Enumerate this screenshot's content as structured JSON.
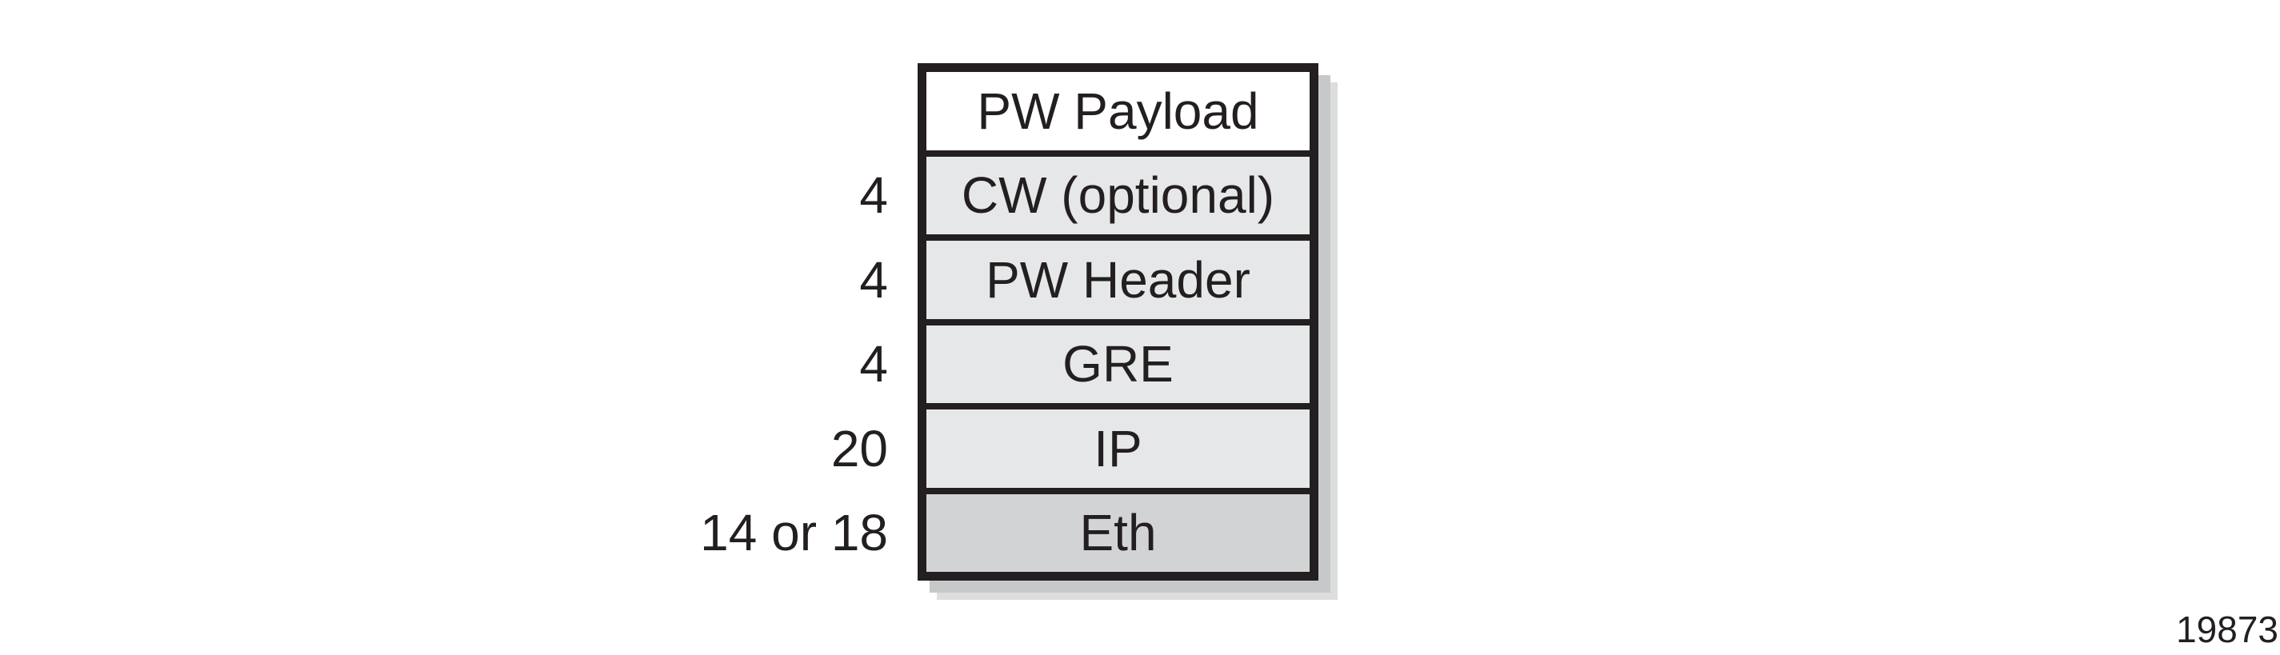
{
  "figure_number": "19873",
  "colors": {
    "ink": "#231f20",
    "payload_fill": "#ffffff",
    "row_fill": "#e6e7e8",
    "eth_fill": "#d1d3d4",
    "shadow_inner": "#c7c8ca",
    "shadow_outer": "#dcddde"
  },
  "stack": {
    "rows": [
      {
        "label": "PW Payload",
        "size": "",
        "fill": "#ffffff"
      },
      {
        "label": "CW (optional)",
        "size": "4",
        "fill": "#e6e7e8"
      },
      {
        "label": "PW Header",
        "size": "4",
        "fill": "#e6e7e8"
      },
      {
        "label": "GRE",
        "size": "4",
        "fill": "#e6e7e8"
      },
      {
        "label": "IP",
        "size": "20",
        "fill": "#e6e7e8"
      },
      {
        "label": "Eth",
        "size": "14 or 18",
        "fill": "#d1d3d4"
      }
    ]
  }
}
